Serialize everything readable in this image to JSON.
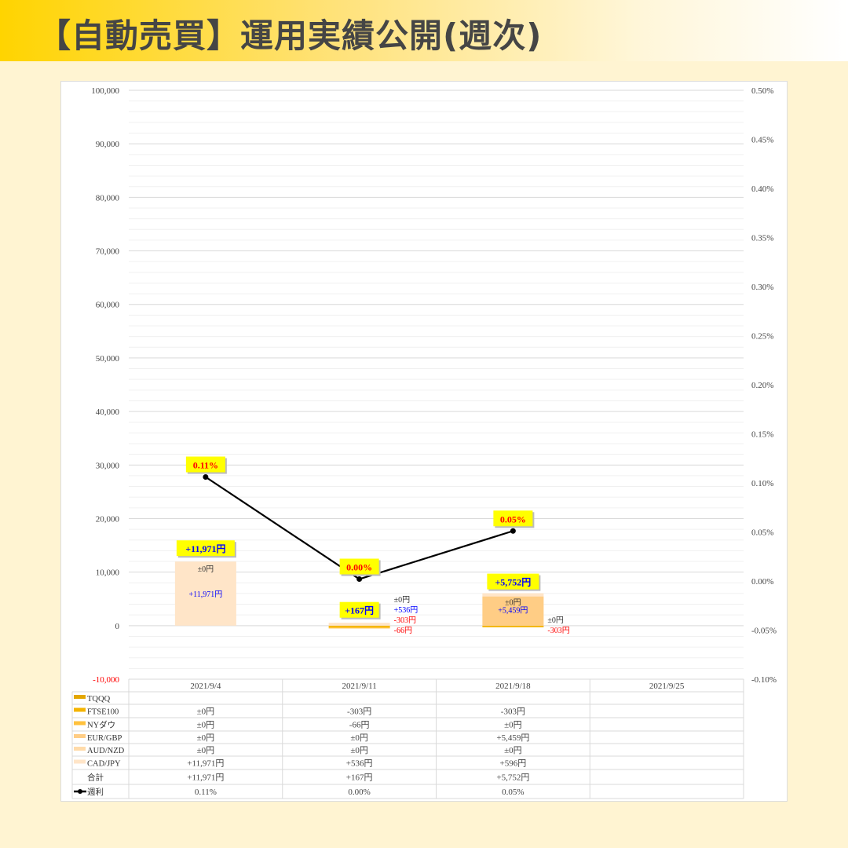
{
  "title": "【自動売買】運用実績公開(週次)",
  "chart_data": {
    "type": "bar",
    "stacked": true,
    "categories": [
      "2021/9/4",
      "2021/9/11",
      "2021/9/18",
      "2021/9/25"
    ],
    "y_left": {
      "min": -10000,
      "max": 100000,
      "step": 10000,
      "ticks": [
        "100,000",
        "90,000",
        "80,000",
        "70,000",
        "60,000",
        "50,000",
        "40,000",
        "30,000",
        "20,000",
        "10,000",
        "0",
        "-10,000"
      ]
    },
    "y_right": {
      "min": -0.1,
      "max": 0.5,
      "step": 0.05,
      "ticks": [
        "0.50%",
        "0.45%",
        "0.40%",
        "0.35%",
        "0.30%",
        "0.25%",
        "0.20%",
        "0.15%",
        "0.10%",
        "0.05%",
        "0.00%",
        "-0.05%",
        "-0.10%"
      ]
    },
    "series": [
      {
        "name": "TQQQ",
        "color": "#e3a600",
        "values": [
          null,
          null,
          null,
          null
        ],
        "labels": [
          "",
          "",
          "",
          ""
        ]
      },
      {
        "name": "FTSE100",
        "color": "#f4b400",
        "values": [
          0,
          -303,
          -303,
          null
        ],
        "labels": [
          "±0円",
          "-303円",
          "-303円",
          ""
        ]
      },
      {
        "name": "NYダウ",
        "color": "#ffc13d",
        "values": [
          0,
          -66,
          0,
          null
        ],
        "labels": [
          "±0円",
          "-66円",
          "±0円",
          ""
        ]
      },
      {
        "name": "EUR/GBP",
        "color": "#ffcd85",
        "values": [
          0,
          0,
          5459,
          null
        ],
        "labels": [
          "±0円",
          "±0円",
          "+5,459円",
          ""
        ]
      },
      {
        "name": "AUD/NZD",
        "color": "#ffdbaa",
        "values": [
          0,
          0,
          0,
          null
        ],
        "labels": [
          "±0円",
          "±0円",
          "±0円",
          ""
        ]
      },
      {
        "name": "CAD/JPY",
        "color": "#ffe5c8",
        "values": [
          11971,
          536,
          596,
          null
        ],
        "labels": [
          "+11,971円",
          "+536円",
          "+596円",
          ""
        ]
      }
    ],
    "total": {
      "name": "合計",
      "values": [
        11971,
        167,
        5752,
        null
      ],
      "labels": [
        "+11,971円",
        "+167円",
        "+5,752円",
        ""
      ]
    },
    "line": {
      "name": "週利",
      "color": "#000000",
      "values": [
        0.106,
        0.002,
        0.051,
        null
      ],
      "labels": [
        "0.11%",
        "0.00%",
        "0.05%",
        ""
      ]
    },
    "bar_inner_labels": [
      [
        "±0円",
        "+11,971円"
      ],
      [
        "±0円",
        "+536円",
        "-303円",
        "-66円"
      ],
      [
        "±0円",
        "+5,459円",
        "±0円",
        "-303円"
      ]
    ]
  }
}
